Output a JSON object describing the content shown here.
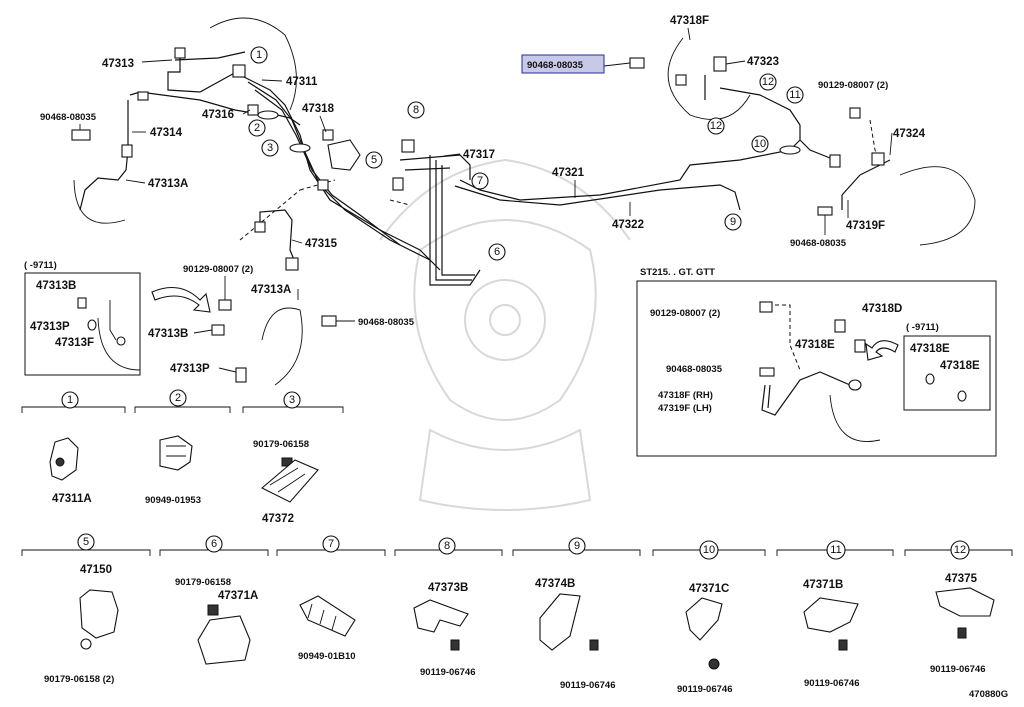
{
  "diagram_id": "470880G",
  "highlighted_part": "90468-08035",
  "main_labels": {
    "p47313": "47313",
    "p47311": "47311",
    "p47316": "47316",
    "p47318": "47318",
    "p90468_a": "90468-08035",
    "p47314": "47314",
    "p47313A": "47313A",
    "p47317": "47317",
    "p47321": "47321",
    "p47322": "47322",
    "p47315": "47315",
    "p47318F": "47318F",
    "p47323": "47323",
    "p90129_a": "90129-08007 (2)",
    "p47324": "47324",
    "p47319F": "47319F",
    "p90468_b": "90468-08035",
    "p90129_b": "90129-08007 (2)",
    "p47313A_b": "47313A",
    "p90468_c": "90468-08035",
    "p47313B_b": "47313B",
    "p47313P_b": "47313P"
  },
  "inset_left": {
    "range": "(     -9711)",
    "p47313B": "47313B",
    "p47313P": "47313P",
    "p47313F": "47313F"
  },
  "inset_right": {
    "title": "ST215. . GT. GTT",
    "p90129": "90129-08007 (2)",
    "p47318D": "47318D",
    "range": "(     -9711)",
    "p47318E": "47318E",
    "p90468": "90468-08035",
    "p47318F_RH": "47318F (RH)",
    "p47319F_LH": "47319F (LH)",
    "box_p47318E_1": "47318E",
    "box_p47318E_2": "47318E"
  },
  "callouts": [
    "1",
    "2",
    "3",
    "5",
    "6",
    "7",
    "8",
    "9",
    "10",
    "11",
    "12"
  ],
  "detail_groups": [
    {
      "num": "1",
      "labels": [
        "47311A"
      ]
    },
    {
      "num": "2",
      "labels": [
        "90949-01953"
      ]
    },
    {
      "num": "3",
      "labels": [
        "90179-06158",
        "47372"
      ]
    },
    {
      "num": "5",
      "labels": [
        "47150",
        "90179-06158 (2)"
      ]
    },
    {
      "num": "6",
      "labels": [
        "90179-06158",
        "47371A"
      ]
    },
    {
      "num": "7",
      "labels": [
        "90949-01B10"
      ]
    },
    {
      "num": "8",
      "labels": [
        "47373B",
        "90119-06746"
      ]
    },
    {
      "num": "9",
      "labels": [
        "47374B",
        "90119-06746"
      ]
    },
    {
      "num": "10",
      "labels": [
        "47371C",
        "90119-06746"
      ]
    },
    {
      "num": "11",
      "labels": [
        "47371B",
        "90119-06746"
      ]
    },
    {
      "num": "12",
      "labels": [
        "47375",
        "90119-06746"
      ]
    }
  ],
  "colors": {
    "highlight": "#9b9bd6",
    "ink": "#111111",
    "watermark": "#d8d8d8"
  }
}
